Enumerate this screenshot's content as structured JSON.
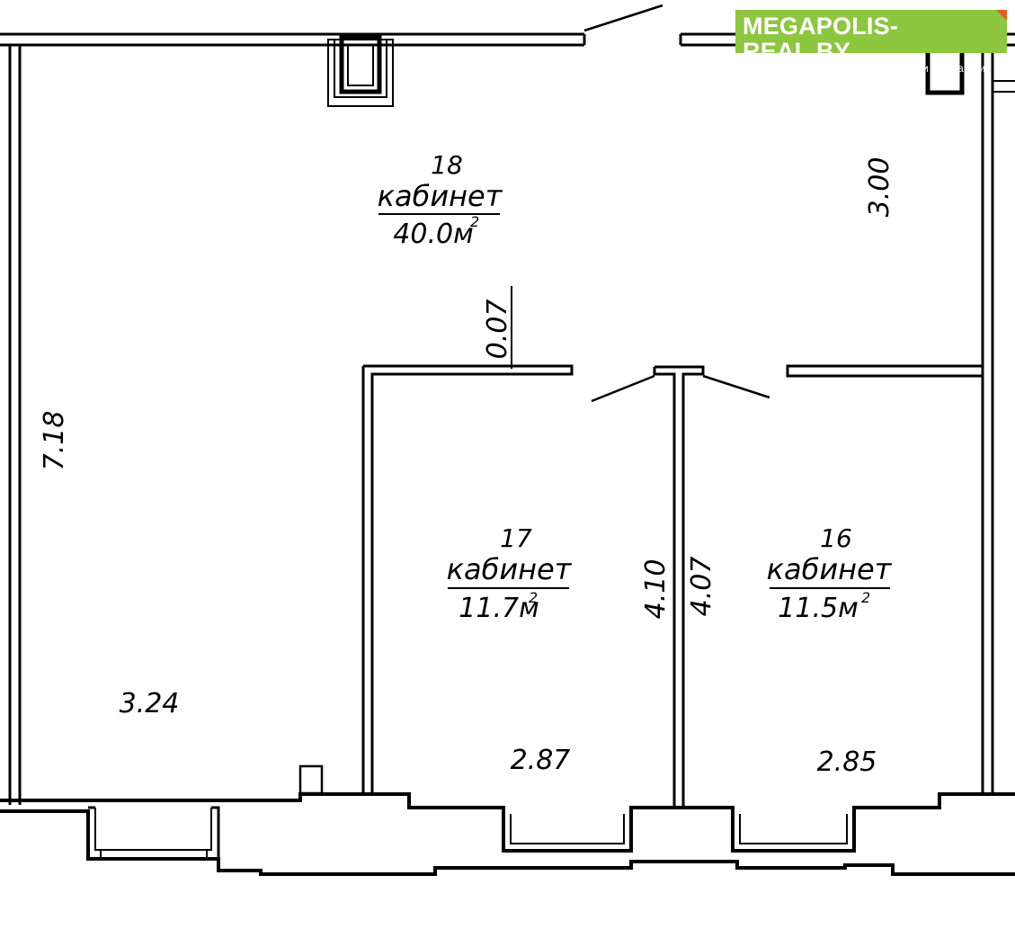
{
  "watermark": {
    "title": "MEGAPOLIS-REAL.BY",
    "subtitle": "портал о коммерческой недвижимости в Беларуси",
    "background_color": "#8dc63f",
    "accent_color": "#e8572a"
  },
  "rooms": [
    {
      "number": "18",
      "name": "кабинет",
      "area": "40.0м",
      "unit_sup": "2"
    },
    {
      "number": "17",
      "name": "кабинет",
      "area": "11.7м",
      "unit_sup": "2"
    },
    {
      "number": "16",
      "name": "кабинет",
      "area": "11.5м",
      "unit_sup": "2"
    }
  ],
  "dimensions": [
    {
      "id": "d-3-00",
      "value": "3.00"
    },
    {
      "id": "d-0-07",
      "value": "0.07"
    },
    {
      "id": "d-7-18",
      "value": "7.18"
    },
    {
      "id": "d-3-24",
      "value": "3.24"
    },
    {
      "id": "d-4-10",
      "value": "4.10"
    },
    {
      "id": "d-4-07",
      "value": "4.07"
    },
    {
      "id": "d-2-87",
      "value": "2.87"
    },
    {
      "id": "d-2-85",
      "value": "2.85"
    }
  ],
  "colors": {
    "line": "#000000",
    "background": "#ffffff"
  }
}
